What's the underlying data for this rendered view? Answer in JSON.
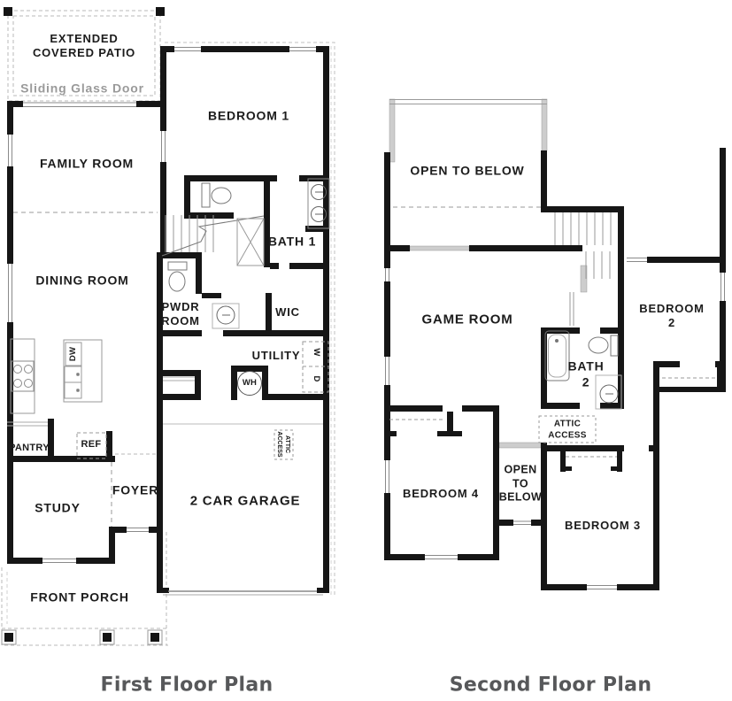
{
  "colors": {
    "wall": "#161616",
    "label_text": "#1c1c1c",
    "muted_text": "#9a9a9a",
    "caption_text": "#57585a",
    "dashed_line": "#b9b9b9"
  },
  "first_floor": {
    "caption": "First Floor Plan",
    "labels": {
      "patio": "EXTENDED\nCOVERED PATIO",
      "sliding_door": "Sliding Glass Door",
      "family_room": "FAMILY ROOM",
      "bedroom1": "BEDROOM 1",
      "bath1": "BATH 1",
      "dining_room": "DINING ROOM",
      "pwdr_room": "PWDR\nROOM",
      "wic": "WIC",
      "utility": "UTILITY",
      "washer": "W",
      "dryer": "D",
      "water_heater": "WH",
      "dishwasher": "DW",
      "attic_access": "ATTIC\nACCESS",
      "pantry": "PANTRY",
      "fridge": "REF",
      "study": "STUDY",
      "foyer": "FOYER",
      "garage": "2 CAR GARAGE",
      "front_porch": "FRONT PORCH"
    }
  },
  "second_floor": {
    "caption": "Second Floor Plan",
    "labels": {
      "open_to_below_large": "OPEN TO BELOW",
      "game_room": "GAME ROOM",
      "bedroom2": "BEDROOM 2",
      "bath2": "BATH\n2",
      "attic_access": "ATTIC\nACCESS",
      "bedroom4": "BEDROOM 4",
      "open_to_below_small": "OPEN\nTO\nBELOW",
      "bedroom3": "BEDROOM 3"
    }
  }
}
